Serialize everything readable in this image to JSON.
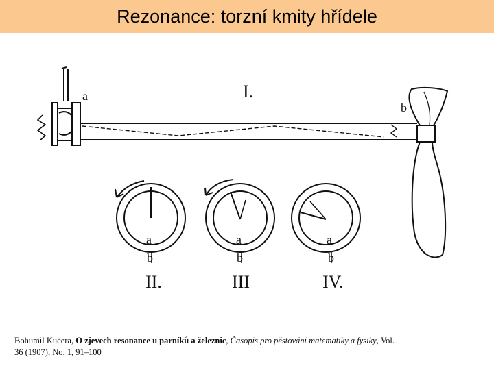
{
  "title": "Rezonance: torzní kmity hřídele",
  "figure": {
    "top_label_a": "a",
    "top_label_b": "b",
    "label_I": "I.",
    "circles": [
      {
        "label_a": "a",
        "label_b": "b",
        "numeral": "II."
      },
      {
        "label_a": "a",
        "label_b": "b",
        "numeral": "III"
      },
      {
        "label_a": "a",
        "label_b": "b",
        "numeral": "IV."
      }
    ]
  },
  "citation": {
    "author": "Bohumil Kučera, ",
    "article": "O zjevech resonance u parníků a železnic",
    "sep1": ", ",
    "journal": "Časopis pro pěstování matematiky a fysiky",
    "rest": ", Vol. 36 (1907), No. 1, 91–100"
  },
  "colors": {
    "title_background": "#fbc98f",
    "ink": "#111111"
  }
}
